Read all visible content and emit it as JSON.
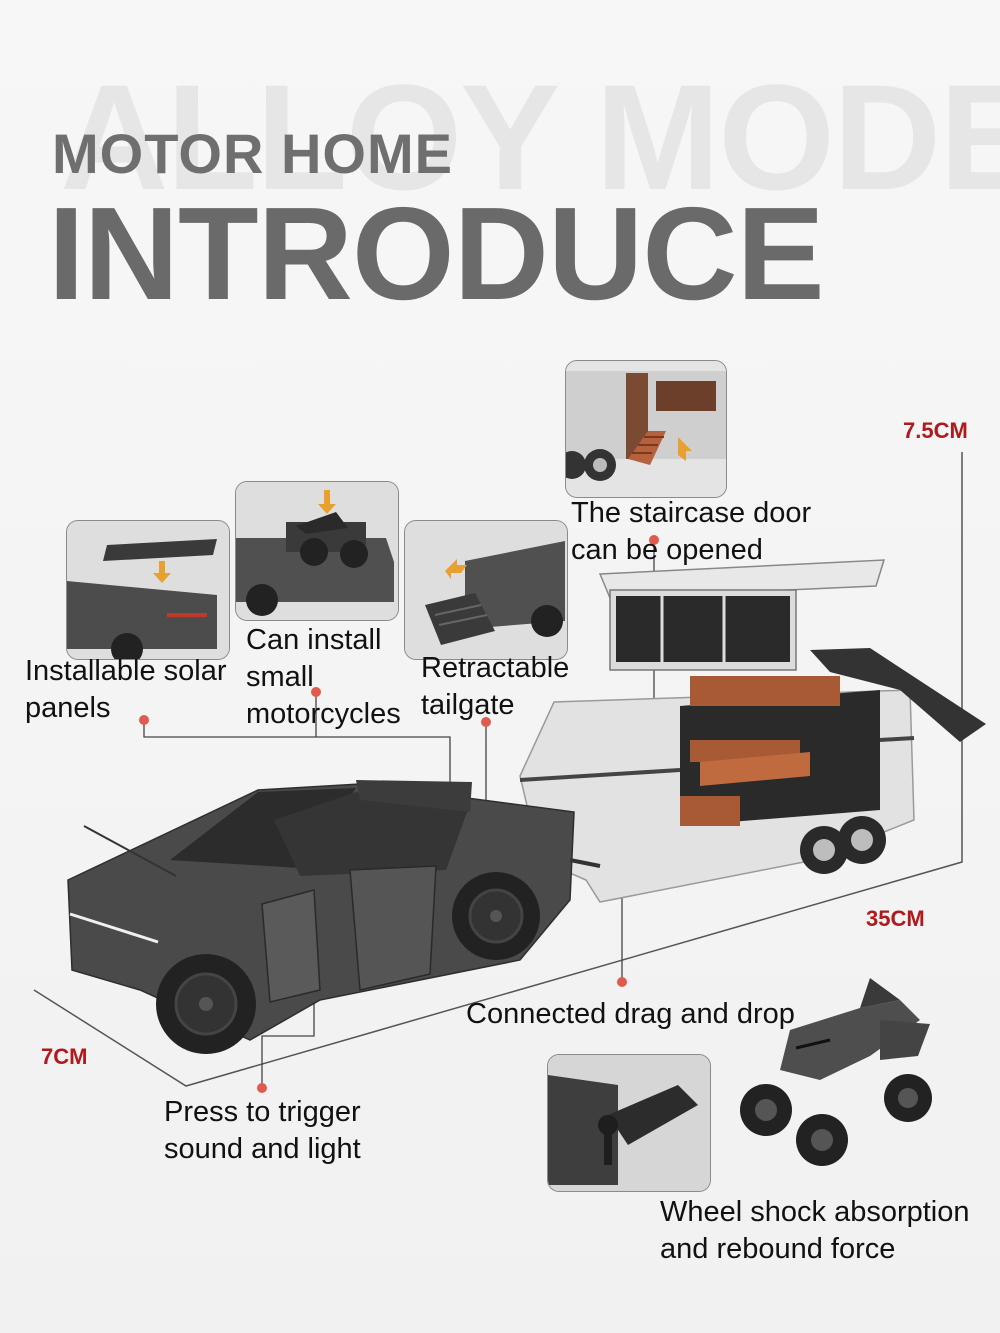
{
  "header": {
    "background_word": "ALLOY MODEL",
    "title_small": "MOTOR HOME",
    "title_large": "INTRODUCE"
  },
  "dimensions": {
    "height": "7.5CM",
    "length": "35CM",
    "width": "7CM"
  },
  "features": {
    "staircase_door": [
      "The staircase door",
      "can be opened"
    ],
    "motorcycles": [
      "Can install",
      "small",
      "motorcycles"
    ],
    "solar_panels": [
      "Installable solar",
      "panels"
    ],
    "tailgate": [
      "Retractable",
      "tailgate"
    ],
    "drag_drop": "Connected drag and drop",
    "trigger": [
      "Press to trigger",
      "sound and light"
    ],
    "shock": [
      "Wheel shock absorption",
      "and rebound force"
    ]
  },
  "colors": {
    "title": "#6a6a6a",
    "dimension": "#b0191d",
    "marker": "#e05a4e",
    "truck_body": "#4a4a4a",
    "trailer_body": "#e2e2e2",
    "interior": "#a85a35"
  }
}
